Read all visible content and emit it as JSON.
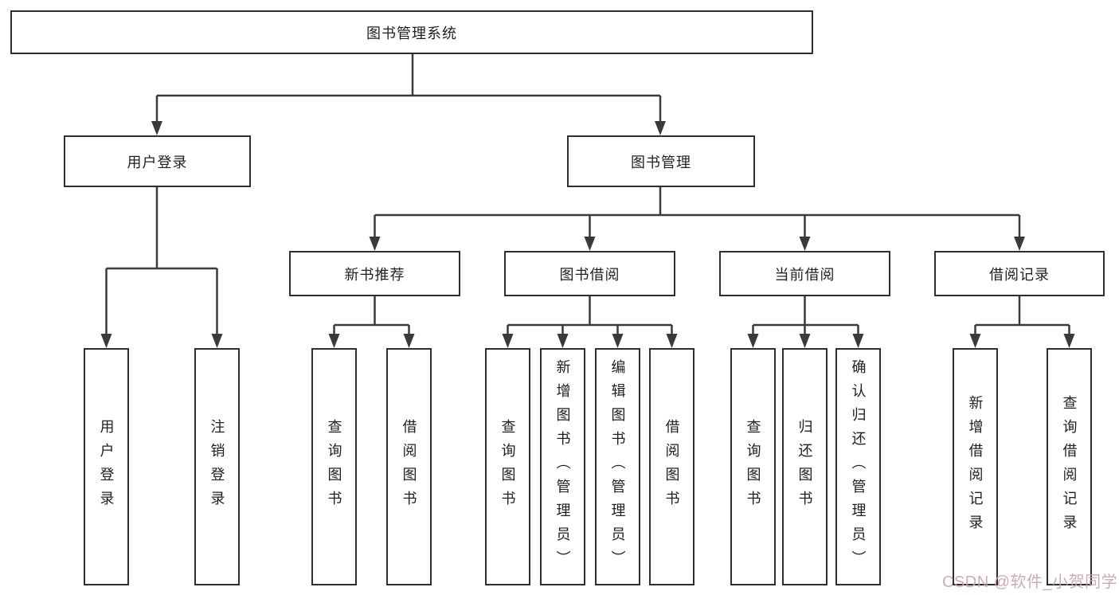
{
  "tree": {
    "label": "图书管理系统",
    "children": [
      {
        "label": "用户登录",
        "children": [
          {
            "label": "用户登录"
          },
          {
            "label": "注销登录"
          }
        ]
      },
      {
        "label": "图书管理",
        "children": [
          {
            "label": "新书推荐",
            "children": [
              {
                "label": "查询图书"
              },
              {
                "label": "借阅图书"
              }
            ]
          },
          {
            "label": "图书借阅",
            "children": [
              {
                "label": "查询图书"
              },
              {
                "label": "新增图书（管理员）"
              },
              {
                "label": "编辑图书（管理员）"
              },
              {
                "label": "借阅图书"
              }
            ]
          },
          {
            "label": "当前借阅",
            "children": [
              {
                "label": "查询图书"
              },
              {
                "label": "归还图书"
              },
              {
                "label": "确认归还（管理员）"
              }
            ]
          },
          {
            "label": "借阅记录",
            "children": [
              {
                "label": "新增借阅记录"
              },
              {
                "label": "查询借阅记录"
              }
            ]
          }
        ]
      }
    ]
  },
  "watermark": {
    "text": "CSDN @软件_小贺同学",
    "color": "#c9a7ae"
  },
  "colors": {
    "line": "#3a3a3a",
    "border": "#2e2e2e",
    "text": "#1f1f1f",
    "background": "#ffffff"
  }
}
